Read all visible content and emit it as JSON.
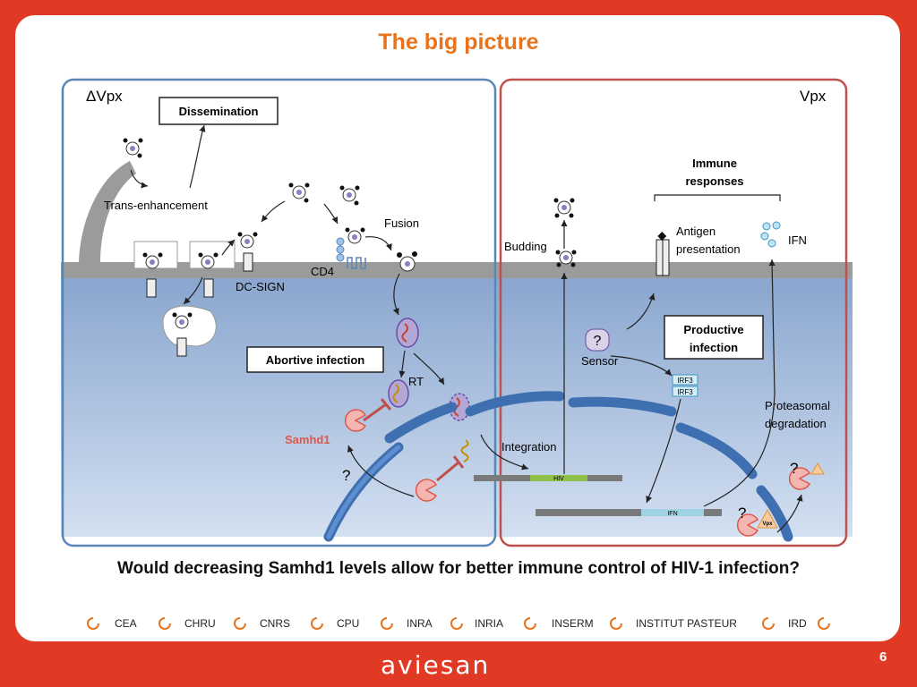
{
  "slide": {
    "title": "The big picture",
    "question": "Would decreasing Samhd1 levels allow for better immune control of HIV-1 infection?",
    "page_number": "6",
    "footer_logo": "aviesan"
  },
  "partners": [
    "CEA",
    "CHRU",
    "CNRS",
    "CPU",
    "INRA",
    "INRIA",
    "INSERM",
    "INSTITUT PASTEUR",
    "IRD"
  ],
  "panels": {
    "left": {
      "label": "ΔVpx",
      "dissemination": "Dissemination",
      "trans_enhancement": "Trans-enhancement",
      "dc_sign": "DC-SIGN",
      "cd4": "CD4",
      "fusion": "Fusion",
      "abortive_infection": "Abortive infection",
      "rt": "RT",
      "samhd1": "Samhd1",
      "question_mark": "?",
      "integration": "Integration",
      "hiv_gene": "HIV"
    },
    "right": {
      "label": "Vpx",
      "immune_responses_line1": "Immune",
      "immune_responses_line2": "responses",
      "budding": "Budding",
      "antigen_line1": "Antigen",
      "antigen_line2": "presentation",
      "ifn": "IFN",
      "productive_line1": "Productive",
      "productive_line2": "infection",
      "sensor_q": "?",
      "sensor": "Sensor",
      "irf3_a": "IRF3",
      "irf3_b": "IRF3",
      "proteasomal_line1": "Proteasomal",
      "proteasomal_line2": "degradation",
      "q1": "?",
      "q2": "?",
      "ifn_gene": "IFN",
      "vpx_tag": "Vpx"
    }
  },
  "colors": {
    "background_red": "#e03a25",
    "title_orange": "#e8731c",
    "left_border": "#5b86b8",
    "right_border": "#c0504d",
    "membrane_gray": "#9b9b9b",
    "nucleus_blue": "#4a7bbf",
    "samhd1_red": "#e0564a"
  }
}
